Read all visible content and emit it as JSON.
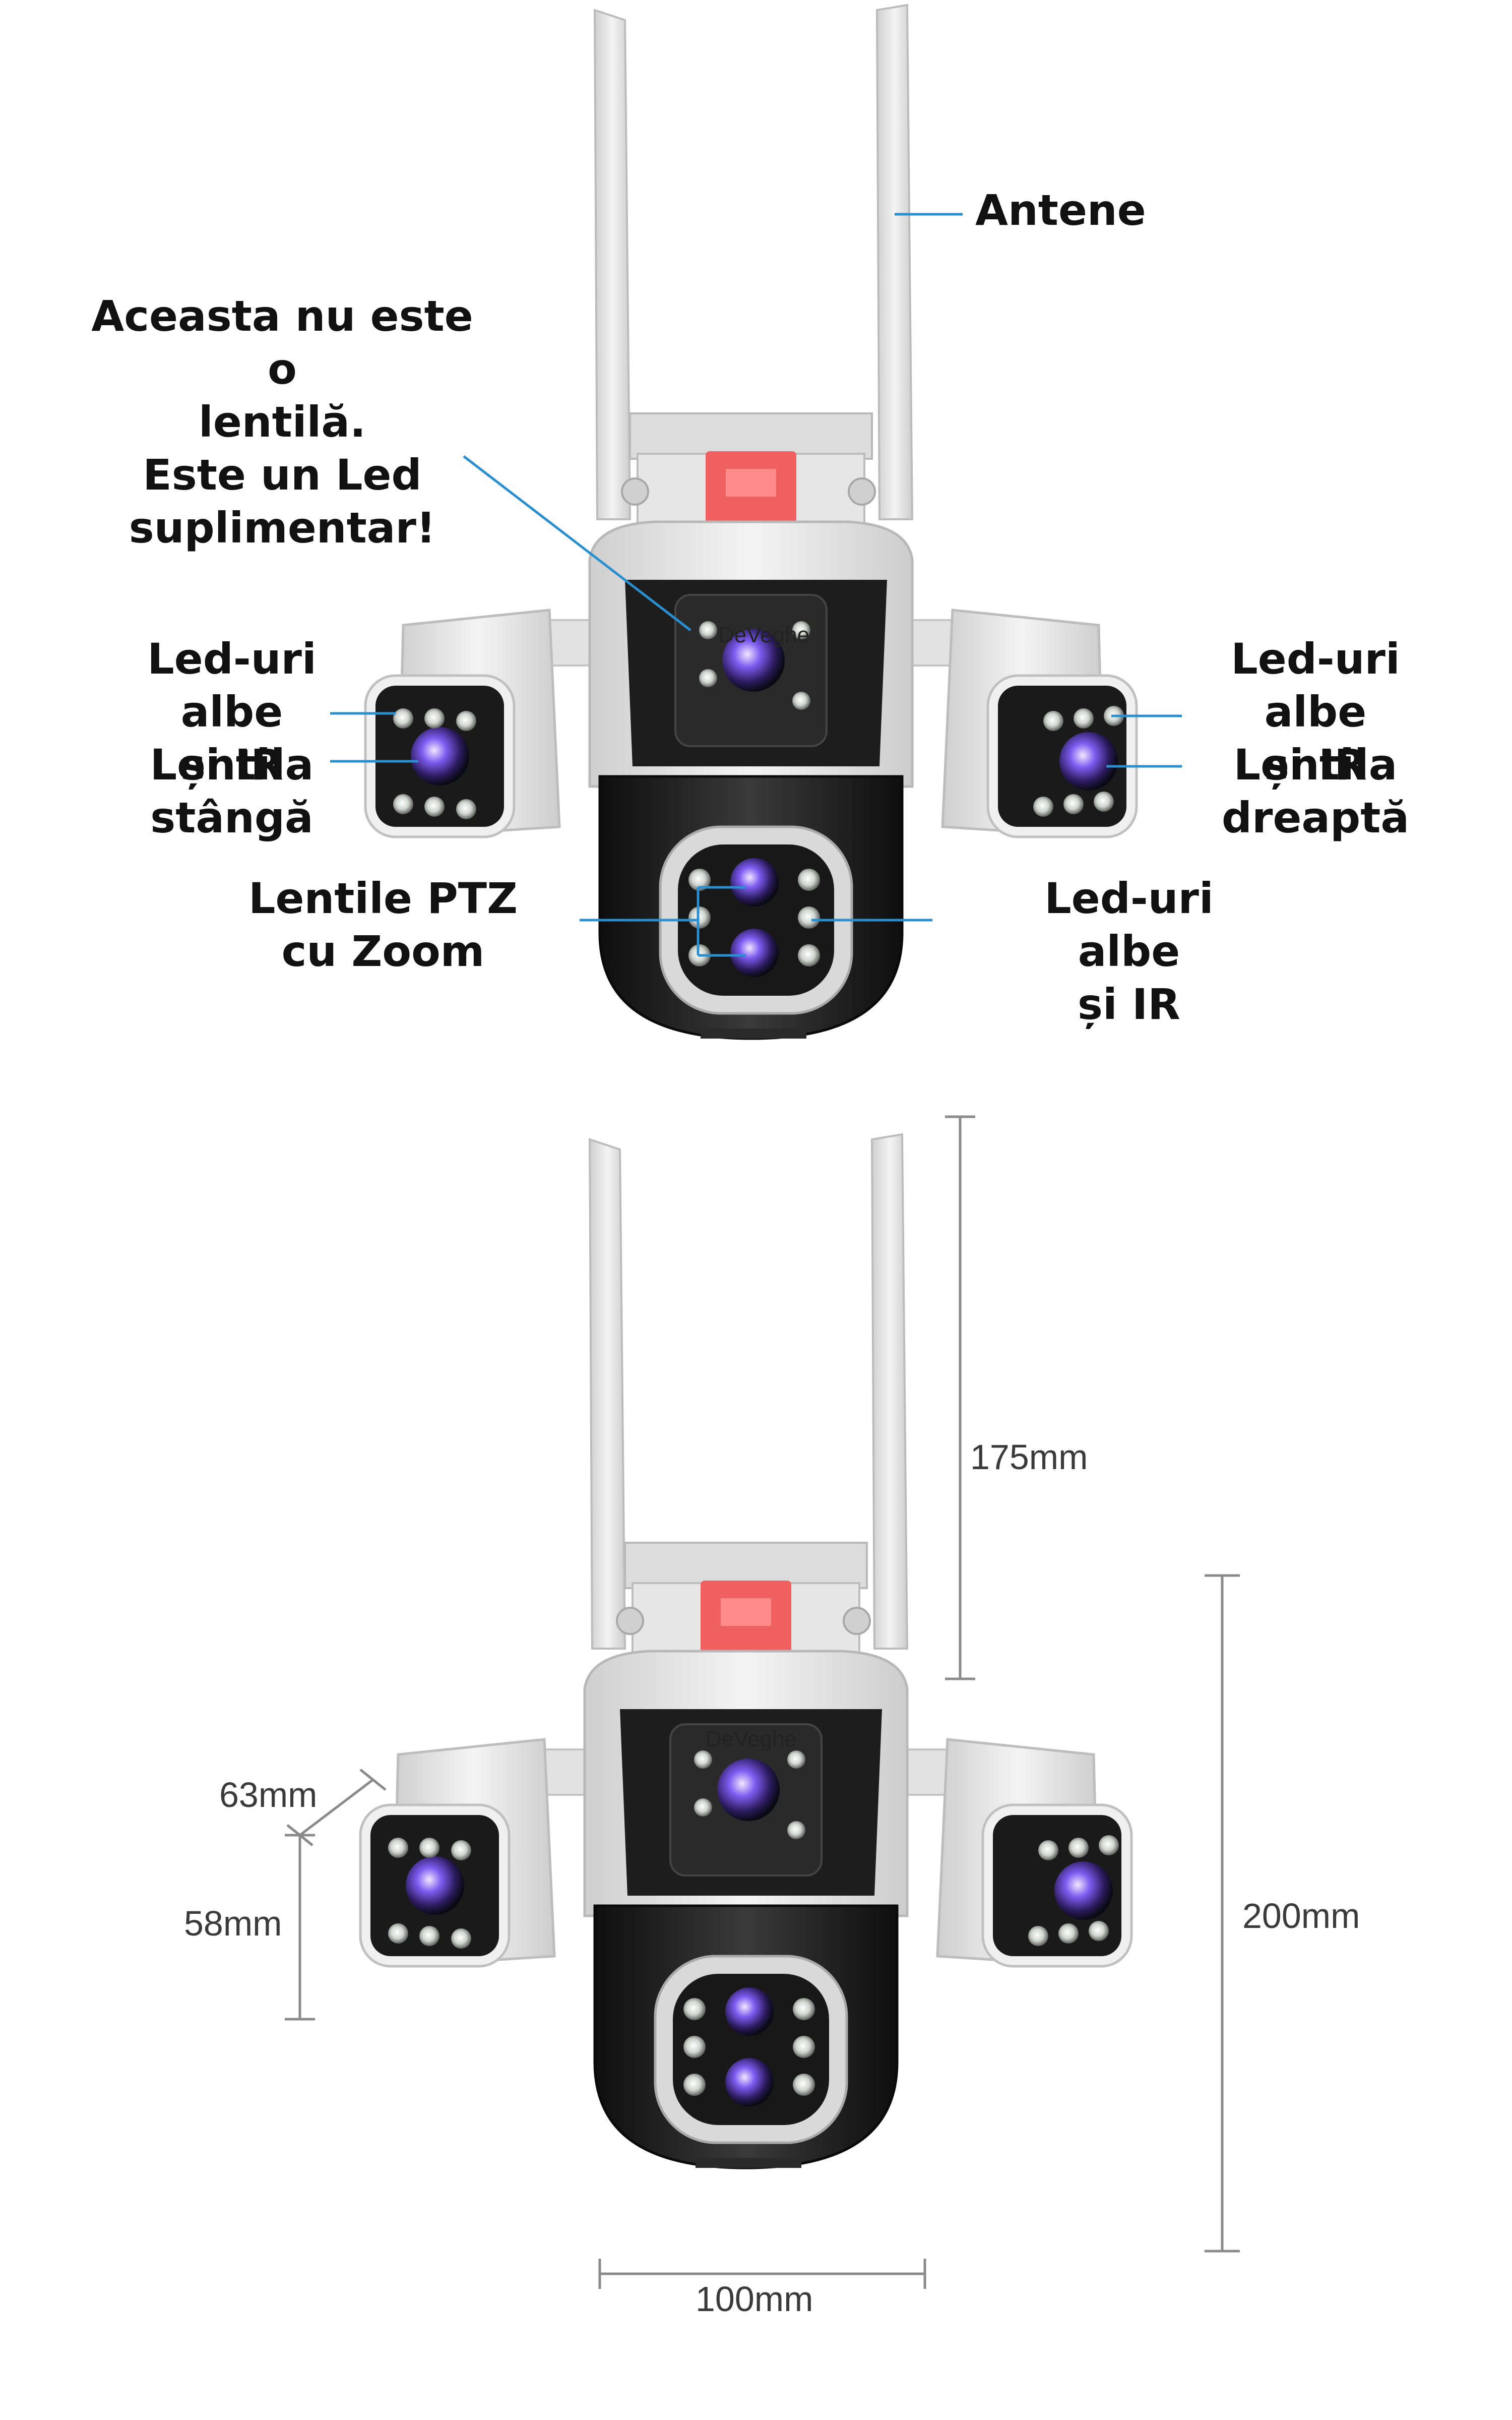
{
  "colors": {
    "callout_line": "#2a8fd0",
    "dimension_line": "#8a8a8a",
    "camera_white": "#e8e8e8",
    "camera_black": "#1c1c1c",
    "indicator_red": "#f05a5a",
    "lens_purple": "#6b4fd8"
  },
  "top": {
    "labels": {
      "antenna": "Antene",
      "extra_led": "Aceasta nu este o\nlentilă.\nEste un Led\nsuplimentar!",
      "left_leds": "Led-uri albe\nși IR",
      "left_lens": "Lentila\nstângă",
      "right_leds": "Led-uri albe\nși IR",
      "right_lens": "Lentila\ndreaptă",
      "ptz_lenses": "Lentile PTZ\ncu Zoom",
      "ptz_leds": "Led-uri albe\nși IR"
    },
    "watermark": "DeVeghe"
  },
  "bottom": {
    "dimensions": {
      "antenna_height": "175mm",
      "body_height": "200mm",
      "side_cam_length": "63mm",
      "side_cam_height": "58mm",
      "body_width": "100mm"
    },
    "watermark": "DeVeghe"
  }
}
